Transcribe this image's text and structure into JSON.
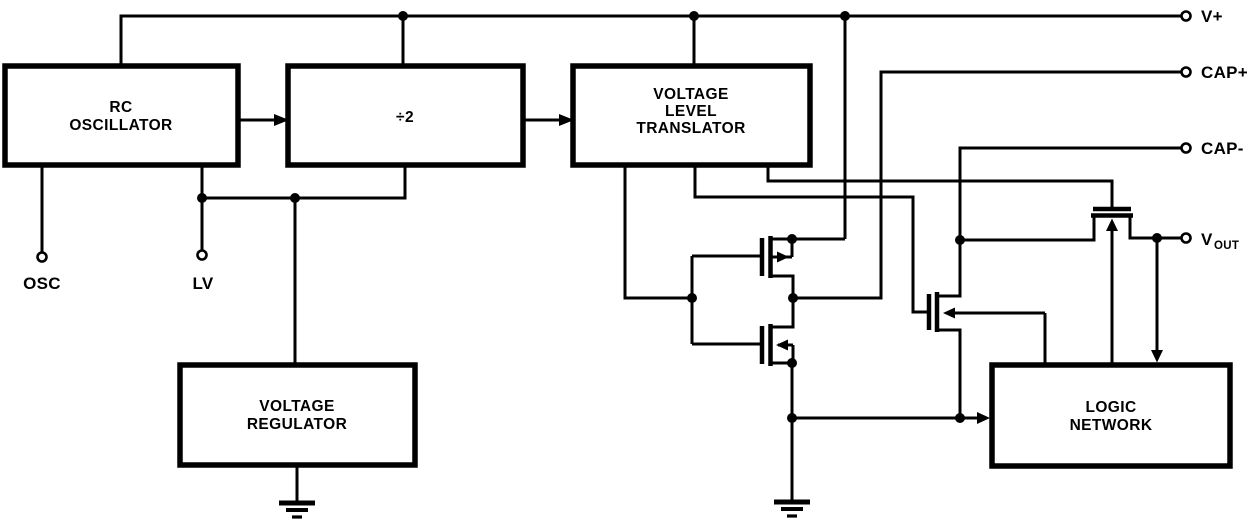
{
  "blocks": {
    "rc_oscillator": {
      "lines": [
        "RC",
        "OSCILLATOR"
      ]
    },
    "divide_by_2": {
      "label": "÷2"
    },
    "voltage_level_translator": {
      "lines": [
        "VOLTAGE",
        "LEVEL",
        "TRANSLATOR"
      ]
    },
    "voltage_regulator": {
      "lines": [
        "VOLTAGE",
        "REGULATOR"
      ]
    },
    "logic_network": {
      "lines": [
        "LOGIC",
        "NETWORK"
      ]
    }
  },
  "pins": {
    "v_plus": {
      "label": "V+"
    },
    "cap_plus": {
      "label": "CAP+"
    },
    "cap_minus": {
      "label": "CAP-"
    },
    "v_out": {
      "label": "V",
      "subscript": "OUT"
    },
    "osc": {
      "label": "OSC"
    },
    "lv": {
      "label": "LV"
    }
  },
  "components": {
    "transistors": [
      "p-channel-mosfet-switch",
      "n-channel-mosfet-switch",
      "n-channel-mosfet-switch",
      "n-channel-output-pass-mosfet"
    ],
    "ground_symbols": 2
  },
  "colors": {
    "ink": "#000000",
    "background": "#ffffff"
  }
}
